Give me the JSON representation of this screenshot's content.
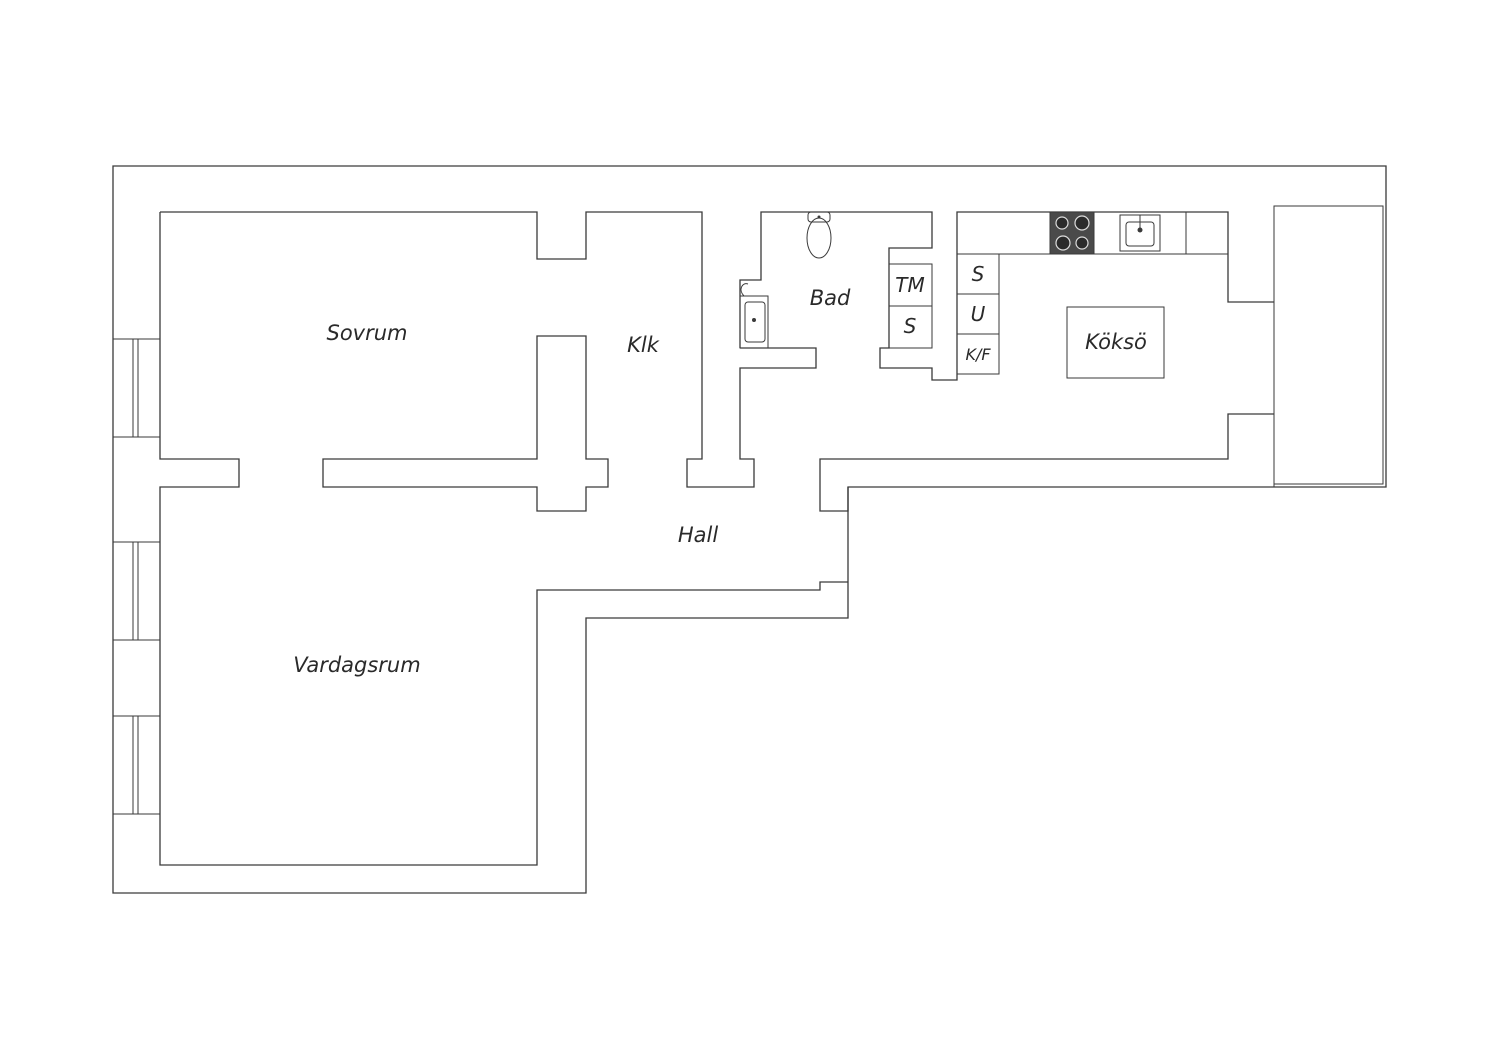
{
  "rooms": {
    "sovrum": "Sovrum",
    "klk": "Klk",
    "bad": "Bad",
    "koksö": "Köksö",
    "hall": "Hall",
    "vardagsrum": "Vardagsrum"
  },
  "fixtures": {
    "bath_tm": "TM",
    "bath_s": "S",
    "kitchen_s": "S",
    "kitchen_u": "U",
    "kitchen_kf": "K/F"
  },
  "colors": {
    "line": "#3a3a3a",
    "stove": "#4a4a4a",
    "background": "#ffffff"
  },
  "icons": {
    "toilet": "toilet-icon",
    "sink": "sink-icon",
    "stove": "stove-icon",
    "kitchen_sink": "kitchen-sink-icon"
  }
}
